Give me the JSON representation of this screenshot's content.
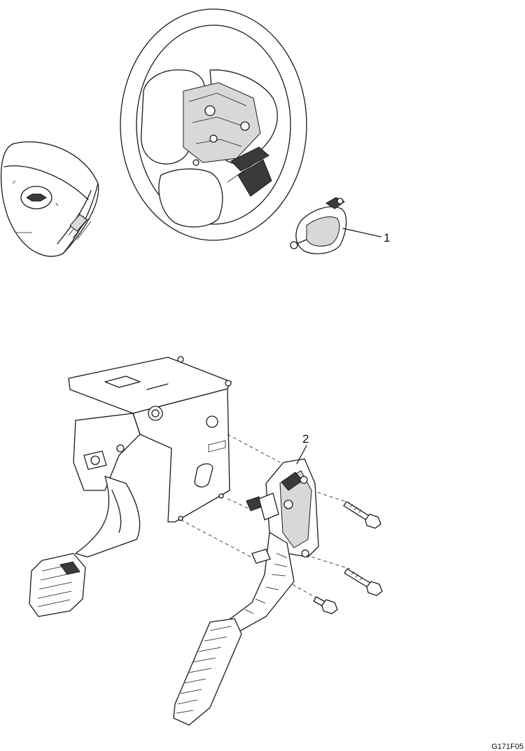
{
  "callouts": [
    {
      "number": "1",
      "part": "steering-wheel-switch"
    },
    {
      "number": "2",
      "part": "accelerator-pedal-module"
    }
  ],
  "figure_code": "G171F05"
}
